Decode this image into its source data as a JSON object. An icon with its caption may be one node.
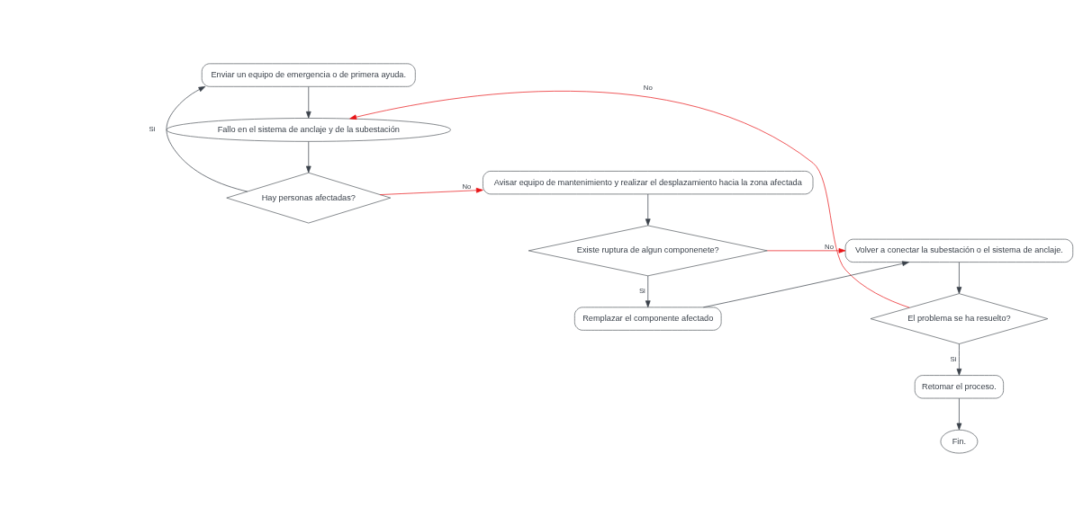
{
  "diagram": {
    "nodes": [
      {
        "text": [
          "Fallo en el sistema de anclaje y de la subestación"
        ]
      },
      {
        "text": [
          "Hay personas afectadas?"
        ]
      },
      {
        "text": [
          "Avisar equipo de mantenimiento y realizar el desplazamiento hacia la zona afectada"
        ]
      },
      {
        "text": [
          "Enviar un equipo de emergencia o de primera ayuda."
        ]
      },
      {
        "text": [
          "Existe ruptura de algun componenete?"
        ]
      },
      {
        "text": [
          "Volver a conectar la subestación o el sistema de anclaje."
        ]
      },
      {
        "text": [
          "El problema se ha resuelto?"
        ]
      },
      {
        "text": [
          "Retomar el proceso."
        ]
      },
      {
        "text": [
          "Fin."
        ]
      },
      {
        "text": [
          "Remplazar el componente afectado"
        ]
      }
    ],
    "edges": [
      {
        "from": 0,
        "to": 1,
        "arrow": "to"
      },
      {
        "from": 1,
        "to": 2,
        "arrow": "to",
        "label": "No",
        "color": "#e81416"
      },
      {
        "from": 1,
        "to": 3,
        "arrow": "to",
        "label": "Si"
      },
      {
        "from": 2,
        "to": 4,
        "arrow": "to"
      },
      {
        "from": 4,
        "to": 5,
        "arrow": "to",
        "label": "No",
        "color": "#e81416"
      },
      {
        "from": 4,
        "to": 9,
        "arrow": "to",
        "label": "Si"
      },
      {
        "from": 9,
        "to": 5,
        "arrow": "to"
      },
      {
        "from": 5,
        "to": 6,
        "arrow": "to"
      },
      {
        "from": 6,
        "to": 7,
        "arrow": "to",
        "label": "Si"
      },
      {
        "from": 7,
        "to": 8,
        "arrow": "to"
      },
      {
        "from": 6,
        "to": 0,
        "arrow": "to",
        "label": "No",
        "color": "#e81416"
      },
      {
        "from": 3,
        "to": 0,
        "arrow": "to"
      }
    ]
  }
}
